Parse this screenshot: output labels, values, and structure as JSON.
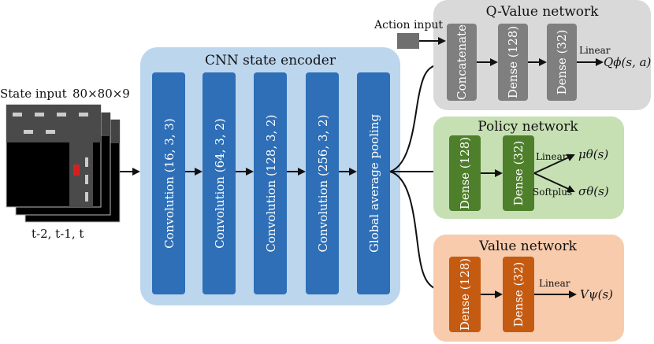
{
  "state_input": {
    "title": "State input",
    "dims": "80×80×9",
    "caption": "t-2, t-1, t"
  },
  "encoder": {
    "title": "CNN state encoder",
    "layers": [
      "Convolution (16, 3, 3)",
      "Convolution (64, 3, 2)",
      "Convolution (128, 3, 2)",
      "Convolution (256, 3, 2)",
      "Global average pooling"
    ]
  },
  "q_network": {
    "title": "Q-Value network",
    "action_input": "Action input",
    "layers": [
      "Concatenate",
      "Dense (128)",
      "Dense (32)"
    ],
    "activation": "Linear",
    "output": "Qϕ(s, a)"
  },
  "policy_network": {
    "title": "Policy network",
    "layers": [
      "Dense (128)",
      "Dense (32)"
    ],
    "activation_mu": "Linear",
    "activation_sigma": "Softplus",
    "output_mu": "μθ(s)",
    "output_sigma": "σθ(s)"
  },
  "value_network": {
    "title": "Value network",
    "layers": [
      "Dense (128)",
      "Dense (32)"
    ],
    "activation": "Linear",
    "output": "Vψ(s)"
  },
  "colors": {
    "encoder_bg": "#bcd6ee",
    "encoder_block": "#2e6fb7",
    "q_bg": "#d9d9d9",
    "q_block": "#7f7f7f",
    "policy_bg": "#c6e0b4",
    "policy_block": "#4e7f2b",
    "value_bg": "#f8cbad",
    "value_block": "#c55a11"
  }
}
